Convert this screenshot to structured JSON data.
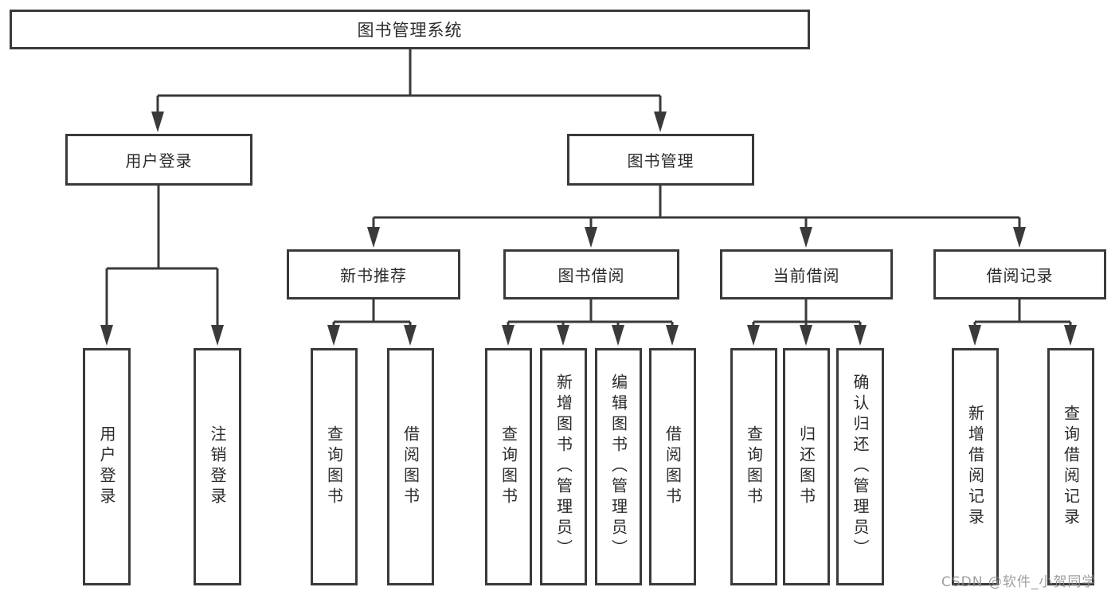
{
  "diagram": {
    "root": {
      "label": "图书管理系统"
    },
    "branches": {
      "user_login": {
        "label": "用户登录",
        "children": {
          "login": {
            "label": "用户登录"
          },
          "logout": {
            "label": "注销登录"
          }
        }
      },
      "book_management": {
        "label": "图书管理",
        "children": {
          "new_book_recommend": {
            "label": "新书推荐",
            "children": {
              "query_books": {
                "label": "查询图书"
              },
              "borrow_books": {
                "label": "借阅图书"
              }
            }
          },
          "book_borrowing": {
            "label": "图书借阅",
            "children": {
              "query_books": {
                "label": "查询图书"
              },
              "add_books": {
                "label": "新增图书（管理员）"
              },
              "edit_books": {
                "label": "编辑图书（管理员）"
              },
              "borrow_books": {
                "label": "借阅图书"
              }
            }
          },
          "current_borrowing": {
            "label": "当前借阅",
            "children": {
              "query_books": {
                "label": "查询图书"
              },
              "return_books": {
                "label": "归还图书"
              },
              "confirm_return": {
                "label": "确认归还（管理员）"
              }
            }
          },
          "borrowing_records": {
            "label": "借阅记录",
            "children": {
              "add_record": {
                "label": "新增借阅记录"
              },
              "query_record": {
                "label": "查询借阅记录"
              }
            }
          }
        }
      }
    }
  },
  "watermark": {
    "label": "CSDN @软件_小贺同学"
  },
  "colors": {
    "line": "#3a3a3a",
    "box_background": "#ffffff",
    "text": "#2b2b2b",
    "watermark": "#8f8f8f"
  }
}
